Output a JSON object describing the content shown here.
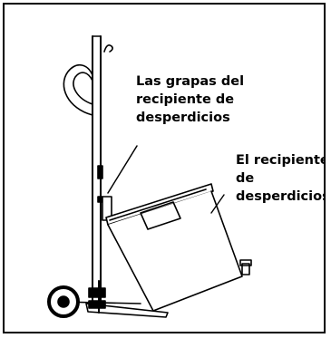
{
  "labels": {
    "clamps": {
      "lines": [
        "Las grapas del",
        "recipiente de",
        "desperdicios"
      ]
    },
    "bin": {
      "lines": [
        "El recipiente",
        "de",
        "desperdicios"
      ]
    }
  },
  "colors": {
    "line": "#000000",
    "background": "#ffffff"
  }
}
